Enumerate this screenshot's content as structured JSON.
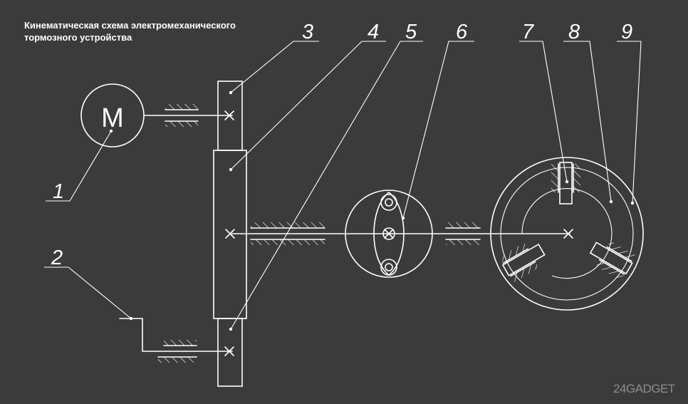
{
  "title": {
    "line1": "Кинематическая схема электромеханического",
    "line2": "тормозного устройства"
  },
  "motor_letter": "M",
  "callouts": [
    "1",
    "2",
    "3",
    "4",
    "5",
    "6",
    "7",
    "8",
    "9"
  ],
  "watermark": "24GADGET"
}
